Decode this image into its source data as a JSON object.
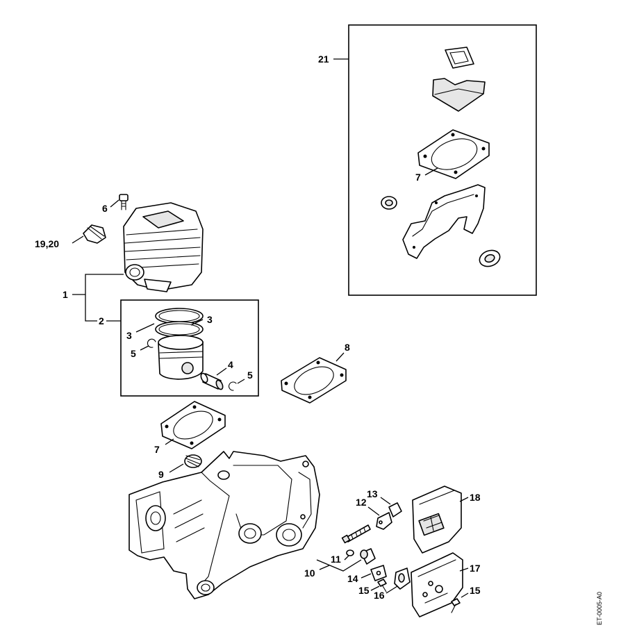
{
  "labels": {
    "l1": "1",
    "l2": "2",
    "l3a": "3",
    "l3b": "3",
    "l4": "4",
    "l5a": "5",
    "l5b": "5",
    "l6": "6",
    "l7a": "7",
    "l7b": "7",
    "l8": "8",
    "l9": "9",
    "l10": "10",
    "l11": "11",
    "l12": "12",
    "l13": "13",
    "l14": "14",
    "l15a": "15",
    "l15b": "15",
    "l16": "16",
    "l17": "17",
    "l18": "18",
    "l1920": "19,20",
    "l21": "21"
  },
  "drawing_code": "ET-0005-A0"
}
